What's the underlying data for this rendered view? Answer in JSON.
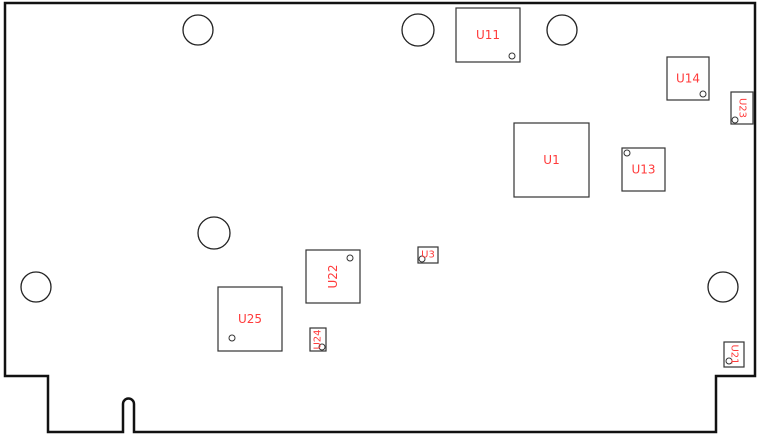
{
  "colors": {
    "outline": "#111111",
    "designator": "#ff3b3b",
    "package": "#333333"
  },
  "components": [
    {
      "ref": "U11"
    },
    {
      "ref": "U14"
    },
    {
      "ref": "U23"
    },
    {
      "ref": "U1"
    },
    {
      "ref": "U13"
    },
    {
      "ref": "U3"
    },
    {
      "ref": "U22"
    },
    {
      "ref": "U25"
    },
    {
      "ref": "U24"
    },
    {
      "ref": "U21"
    }
  ]
}
